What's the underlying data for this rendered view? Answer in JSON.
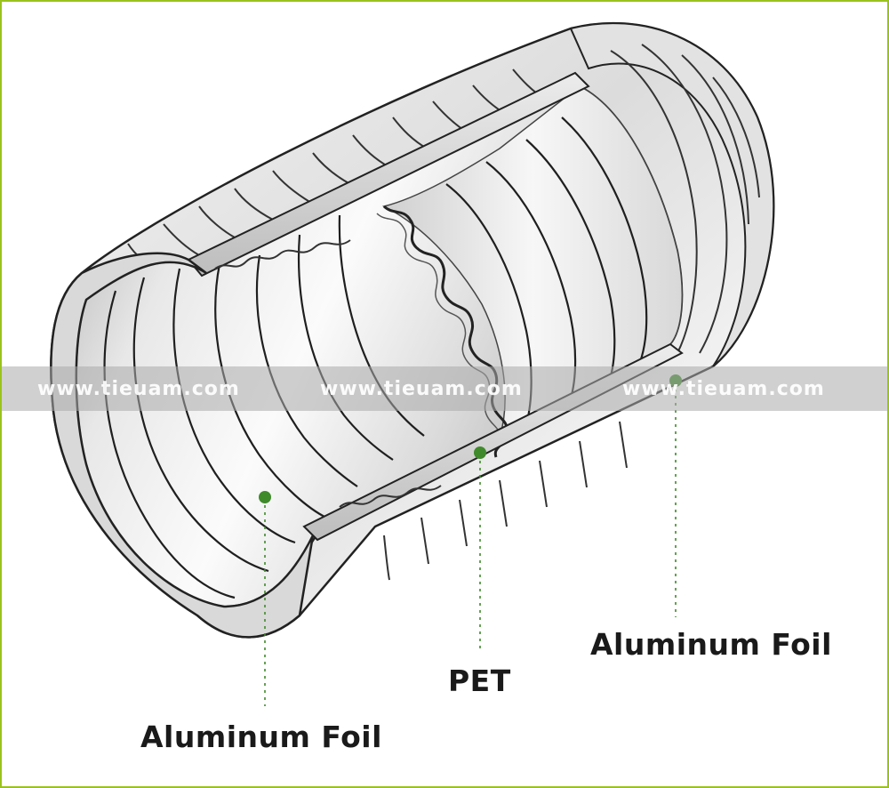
{
  "labels": {
    "inner_layer": "Aluminum Foil",
    "middle_layer": "PET",
    "outer_layer": "Aluminum Foil"
  },
  "watermark": {
    "text_1": "www.tieuam.com",
    "text_2": "www.tieuam.com",
    "text_3": "www.tieuam.com"
  },
  "colors": {
    "frame": "#9ac31c",
    "marker": "#3f8a2a",
    "leader_line": "#3f8a2a",
    "outline": "#222222",
    "foil_light": "#f6f6f6",
    "foil_mid": "#d2d2d2",
    "foil_dark": "#9a9a9a"
  }
}
